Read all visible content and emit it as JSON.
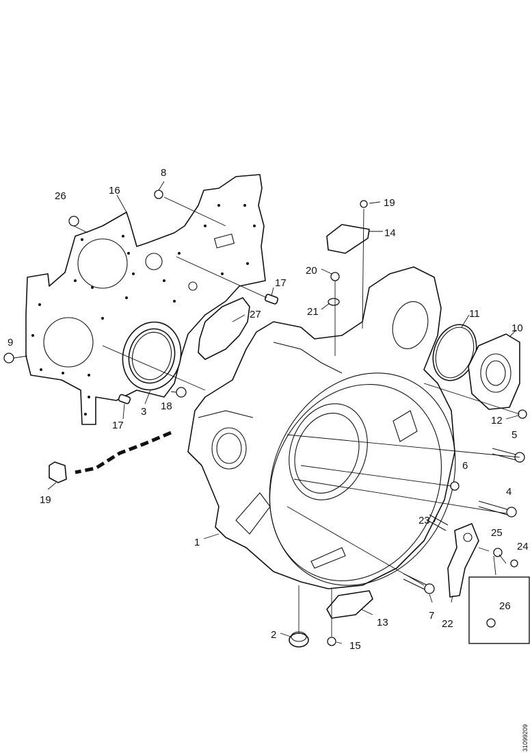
{
  "callouts": {
    "c1": "1",
    "c2": "2",
    "c3": "3",
    "c4": "4",
    "c5": "5",
    "c6": "6",
    "c7": "7",
    "c8": "8",
    "c9": "9",
    "c10": "10",
    "c11": "11",
    "c12": "12",
    "c13": "13",
    "c14": "14",
    "c15": "15",
    "c16": "16",
    "c17a": "17",
    "c17b": "17",
    "c18": "18",
    "c19a": "19",
    "c19b": "19",
    "c20": "20",
    "c21": "21",
    "c22": "22",
    "c23": "23",
    "c24": "24",
    "c25": "25",
    "c26a": "26",
    "c26b": "26",
    "c27": "27"
  },
  "document_id": "31099209"
}
